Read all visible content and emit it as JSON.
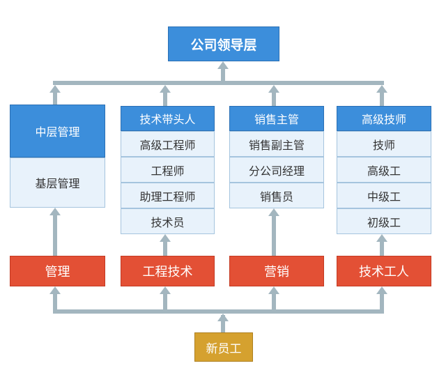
{
  "top": {
    "label": "公司领导层"
  },
  "columns": [
    {
      "items": [
        "中层管理",
        "基层管理"
      ],
      "footer": "管理"
    },
    {
      "items": [
        "技术带头人",
        "高级工程师",
        "工程师",
        "助理工程师",
        "技术员"
      ],
      "footer": "工程技术"
    },
    {
      "items": [
        "销售主管",
        "销售副主管",
        "分公司经理",
        "销售员"
      ],
      "footer": "营销"
    },
    {
      "items": [
        "高级技师",
        "技师",
        "高级工",
        "中级工",
        "初级工"
      ],
      "footer": "技术工人"
    }
  ],
  "bottom": {
    "label": "新员工"
  },
  "colors": {
    "header_blue": "#3c8edb",
    "cell_light": "#e8f2fb",
    "footer_red": "#e35035",
    "root_gold": "#d5a12f",
    "connector_gray": "#a3b6bf"
  }
}
